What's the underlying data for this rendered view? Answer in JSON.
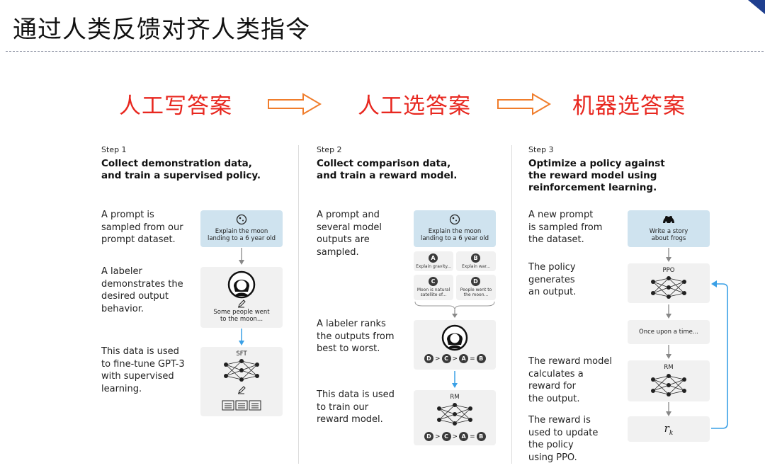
{
  "slide_title": "通过人类反馈对齐人类指令",
  "stages": [
    "人工写答案",
    "人工选答案",
    "机器选答案"
  ],
  "steps": [
    {
      "number": "Step 1",
      "heading_lines": [
        "Collect demonstration data,",
        "and train a supervised policy."
      ],
      "desc1_lines": [
        "A prompt is",
        "sampled from our",
        "prompt dataset."
      ],
      "desc2_lines": [
        "A labeler",
        "demonstrates the",
        "desired output",
        "behavior."
      ],
      "desc3_lines": [
        "This data is used",
        "to fine-tune GPT-3",
        "with supervised",
        "learning."
      ],
      "prompt_lines": [
        "Explain the moon",
        "landing to a 6 year old"
      ],
      "output_lines": [
        "Some people went",
        "to the moon..."
      ],
      "model_label": "SFT"
    },
    {
      "number": "Step 2",
      "heading_lines": [
        "Collect comparison data,",
        "and train a reward model."
      ],
      "desc1_lines": [
        "A prompt and",
        "several model",
        "outputs are",
        "sampled."
      ],
      "desc2_lines": [
        "A labeler ranks",
        "the outputs from",
        "best to worst."
      ],
      "desc3_lines": [
        "This data is used",
        "to train our",
        "reward model."
      ],
      "prompt_lines": [
        "Explain the moon",
        "landing to a 6 year old"
      ],
      "outputs": [
        {
          "letter": "A",
          "lines": [
            "Explain gravity..."
          ]
        },
        {
          "letter": "B",
          "lines": [
            "Explain war..."
          ]
        },
        {
          "letter": "C",
          "lines": [
            "Moon is natural",
            "satellite of..."
          ]
        },
        {
          "letter": "D",
          "lines": [
            "People went to",
            "the moon..."
          ]
        }
      ],
      "ranking": [
        "D",
        "C",
        "A",
        "B"
      ],
      "ranking_ops": [
        ">",
        ">",
        "="
      ],
      "model_label": "RM"
    },
    {
      "number": "Step 3",
      "heading_lines": [
        "Optimize a policy against",
        "the reward model using",
        "reinforcement learning."
      ],
      "desc1_lines": [
        "A new prompt",
        "is sampled from",
        "the dataset."
      ],
      "desc2_lines": [
        "The policy",
        "generates",
        "an output."
      ],
      "desc3_lines": [
        "The reward model",
        "calculates a",
        "reward for",
        "the output."
      ],
      "desc4_lines": [
        "The reward is",
        "used to update",
        "the policy",
        "using PPO."
      ],
      "prompt_lines": [
        "Write a story",
        "about frogs"
      ],
      "policy_label": "PPO",
      "output_text": "Once upon a time...",
      "model_label": "RM",
      "reward_symbol": "r",
      "reward_subscript": "k"
    }
  ],
  "colors": {
    "stage_text": "#e8271f",
    "arrow_outline": "#f07d2c",
    "prompt_box": "#cfe3ef",
    "card": "#f1f1f1",
    "flow_arrow": "#3aa0e6"
  }
}
